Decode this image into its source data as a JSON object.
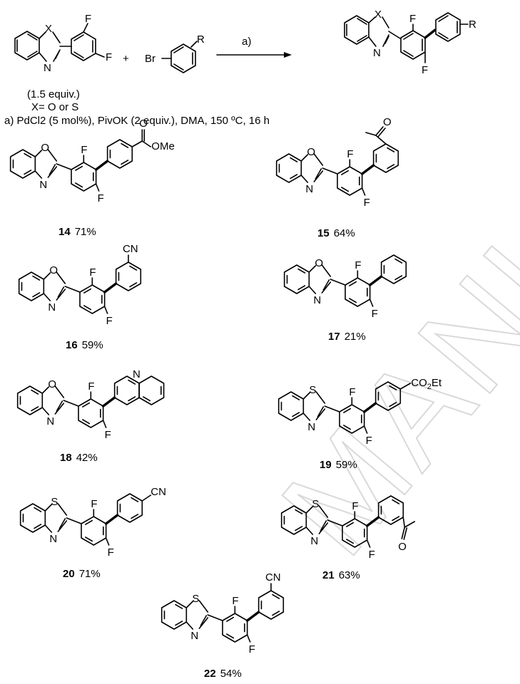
{
  "scheme": {
    "reactant_atom_X": "X",
    "reactant_atom_N": "N",
    "reactant_F1": "F",
    "reactant_F2": "F",
    "plus": "+",
    "bromide_Br": "Br",
    "bromide_R": "R",
    "arrow_label": "a)",
    "equiv_note": "(1.5 equiv.)",
    "x_definition": "X= O or S",
    "conditions": "a) PdCl2 (5 mol%), PivOK (2 equiv.), DMA, 150 ºC, 16 h",
    "product_X": "X",
    "product_N": "N",
    "product_F1": "F",
    "product_F2": "F",
    "product_R": "R"
  },
  "compounds": [
    {
      "number": "14",
      "yield": "71%",
      "heteroatom": "O",
      "substituent": "OMe",
      "substituent2": "O"
    },
    {
      "number": "15",
      "yield": "64%",
      "heteroatom": "O",
      "substituent": "O"
    },
    {
      "number": "16",
      "yield": "59%",
      "heteroatom": "O",
      "substituent": "CN"
    },
    {
      "number": "17",
      "yield": "21%",
      "heteroatom": "O"
    },
    {
      "number": "18",
      "yield": "42%",
      "heteroatom": "O",
      "substituent": "N"
    },
    {
      "number": "19",
      "yield": "59%",
      "heteroatom": "S",
      "substituent": "CO2Et"
    },
    {
      "number": "20",
      "yield": "71%",
      "heteroatom": "S",
      "substituent": "CN"
    },
    {
      "number": "21",
      "yield": "63%",
      "heteroatom": "S",
      "substituent": "O"
    },
    {
      "number": "22",
      "yield": "54%",
      "heteroatom": "S",
      "substituent": "CN"
    }
  ],
  "common_labels": {
    "N": "N",
    "F": "F"
  },
  "watermark": "MANUSCRIPT"
}
